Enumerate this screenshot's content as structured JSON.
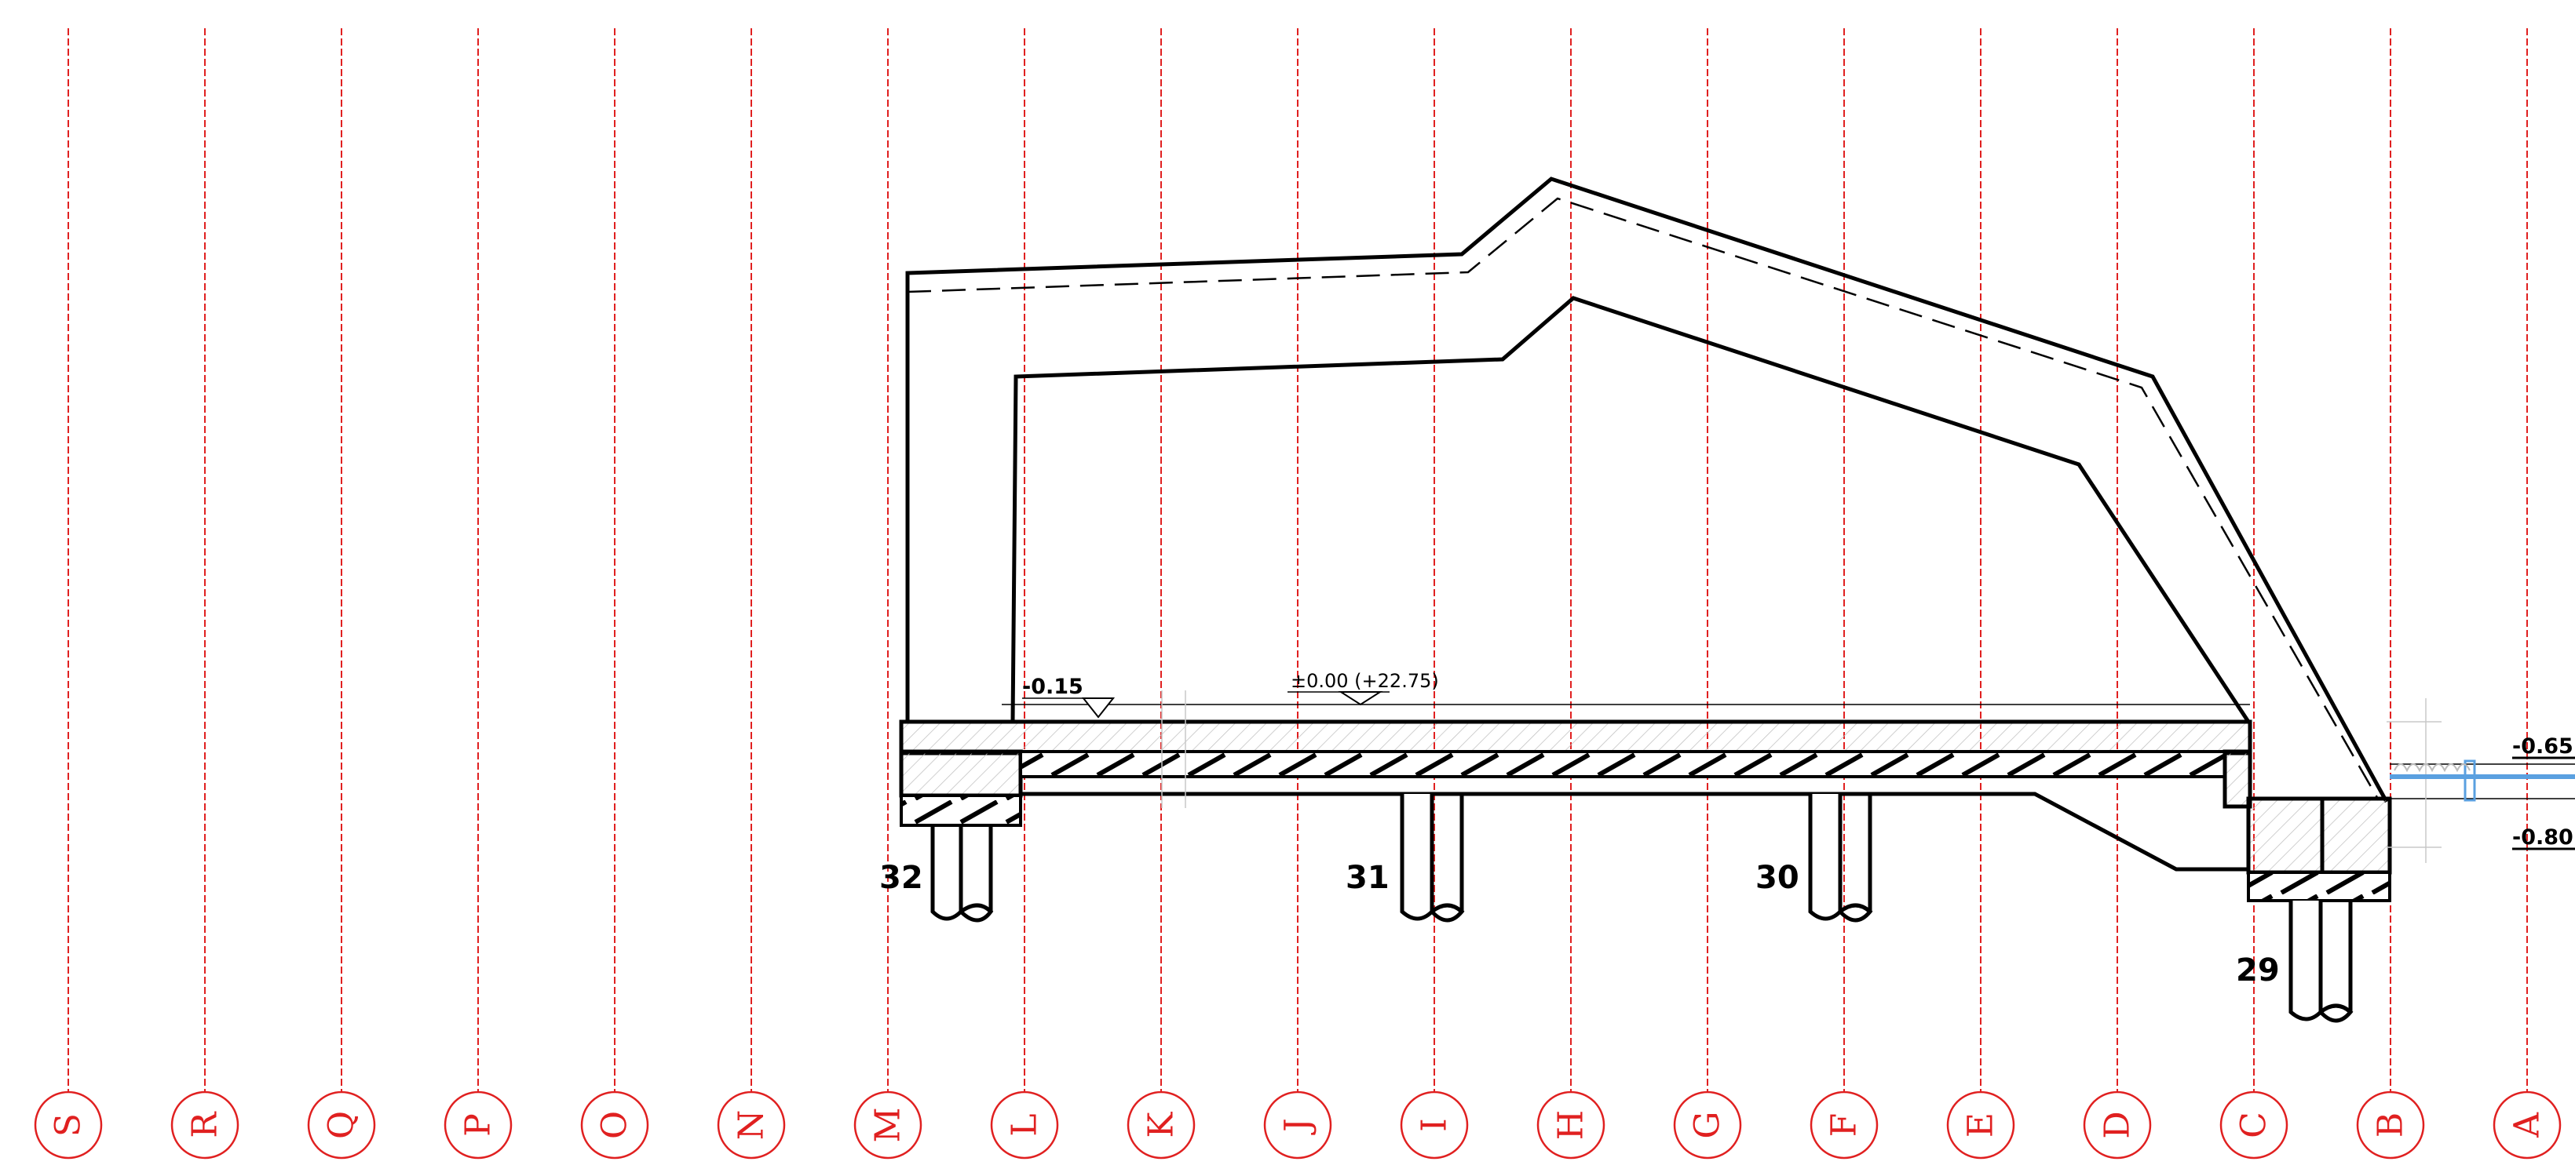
{
  "grid_axes": [
    "S",
    "R",
    "Q",
    "P",
    "O",
    "N",
    "M",
    "L",
    "K",
    "J",
    "I",
    "H",
    "G",
    "F",
    "E",
    "D",
    "C",
    "B",
    "A"
  ],
  "levels": {
    "floor_step": "-0.15",
    "datum": "±0.00  (+22.75)",
    "right_upper": "-0.65",
    "right_lower": "-0.80"
  },
  "piles": [
    "32",
    "31",
    "30",
    "29"
  ],
  "colors": {
    "grid": "#e02020",
    "line": "#000000",
    "water": "#5aa0e0"
  }
}
